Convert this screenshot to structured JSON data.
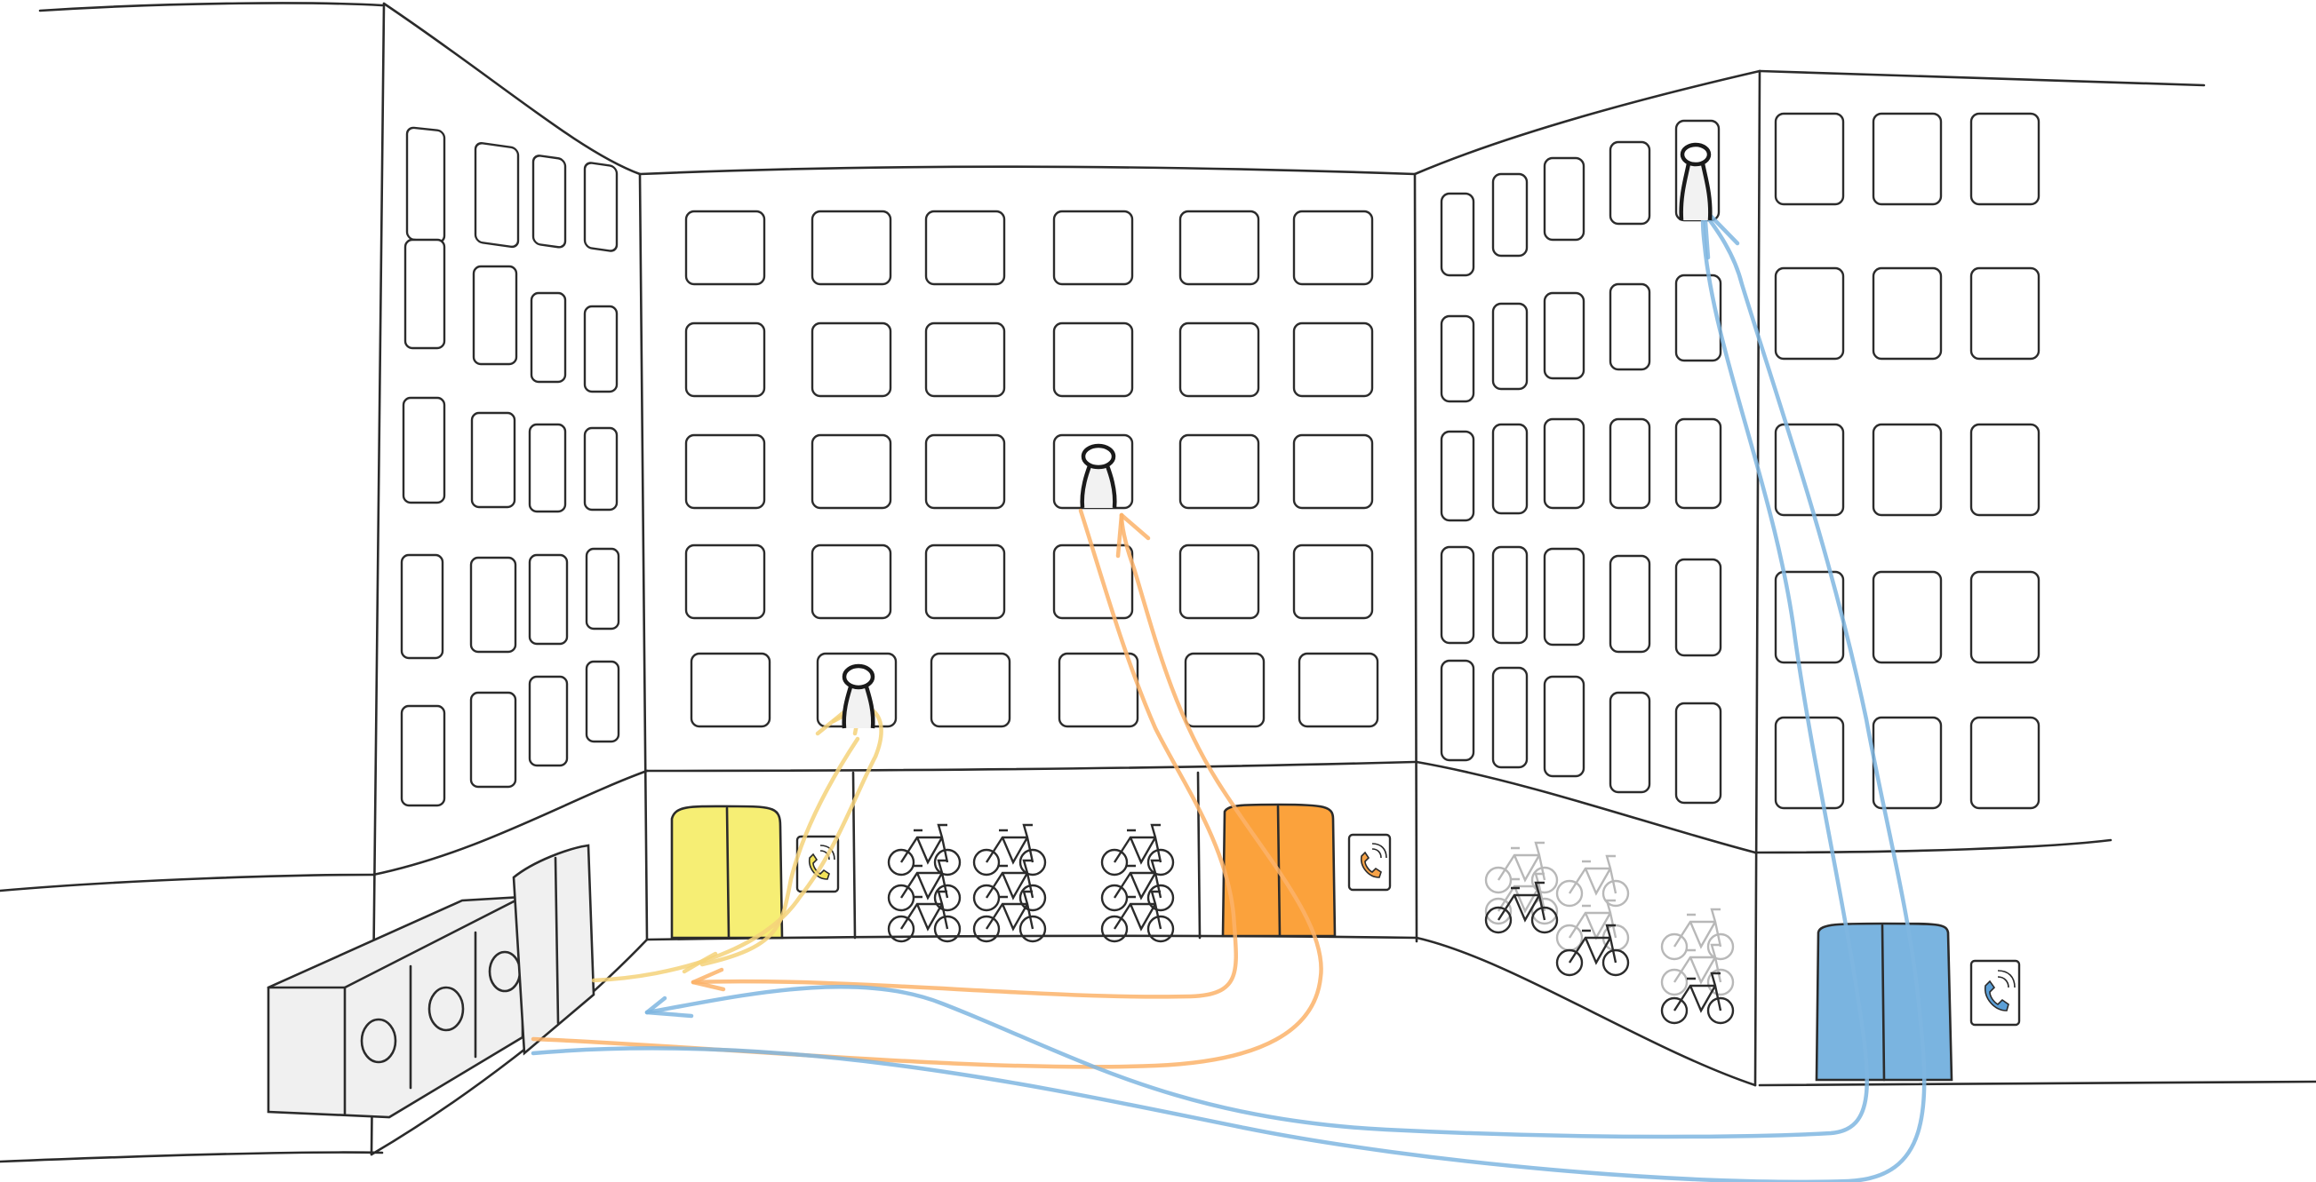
{
  "colors": {
    "background": "#ffffff",
    "outline": "#2b2b2b",
    "elevator_yellow": "#f6ee74",
    "elevator_orange": "#fba23c",
    "elevator_blue": "#7ab4e0",
    "route_yellow": "#f5d27a",
    "route_orange": "#fbb36a",
    "route_blue": "#7fb6e0",
    "building_shade": "#f0f0f0"
  },
  "icons": {
    "phone": "phone-icon",
    "person": "person-icon",
    "bicycle": "bicycle-icon",
    "elevator": "elevator-door-icon"
  },
  "scene": {
    "elevators": [
      {
        "name": "yellow-elevator",
        "color": "elevator_yellow"
      },
      {
        "name": "orange-elevator",
        "color": "elevator_orange"
      },
      {
        "name": "blue-elevator",
        "color": "elevator_blue"
      }
    ],
    "routes": [
      {
        "name": "yellow-route",
        "color": "route_yellow"
      },
      {
        "name": "orange-route",
        "color": "route_orange"
      },
      {
        "name": "blue-route",
        "color": "route_blue"
      }
    ]
  }
}
